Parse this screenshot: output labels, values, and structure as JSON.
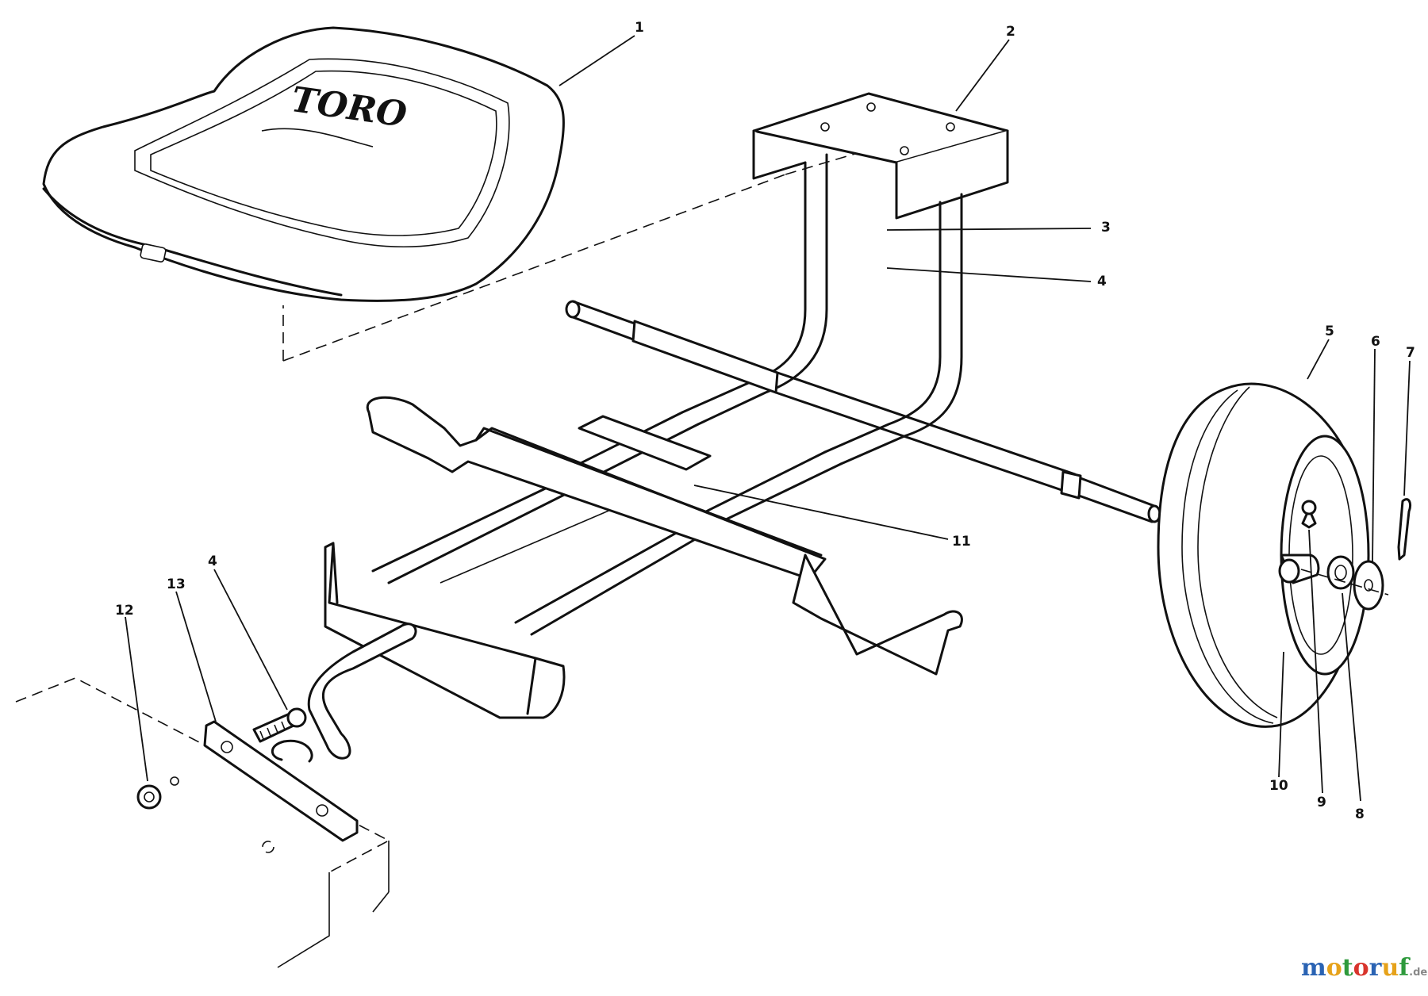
{
  "seat": {
    "brand": "TORO"
  },
  "callouts": {
    "c1": "1",
    "c2": "2",
    "c3": "3",
    "c4a": "4",
    "c4b": "4",
    "c5": "5",
    "c6": "6",
    "c7": "7",
    "c8": "8",
    "c9": "9",
    "c10": "10",
    "c11": "11",
    "c12": "12",
    "c13": "13"
  },
  "watermark": {
    "letters": [
      "m",
      "o",
      "t",
      "o",
      "r",
      "u",
      "f"
    ],
    "colors": [
      "#2a63b3",
      "#e6a21a",
      "#2e9a3c",
      "#d8342c",
      "#2a63b3",
      "#e6a21a",
      "#2e9a3c"
    ],
    "suffix": ".de"
  }
}
